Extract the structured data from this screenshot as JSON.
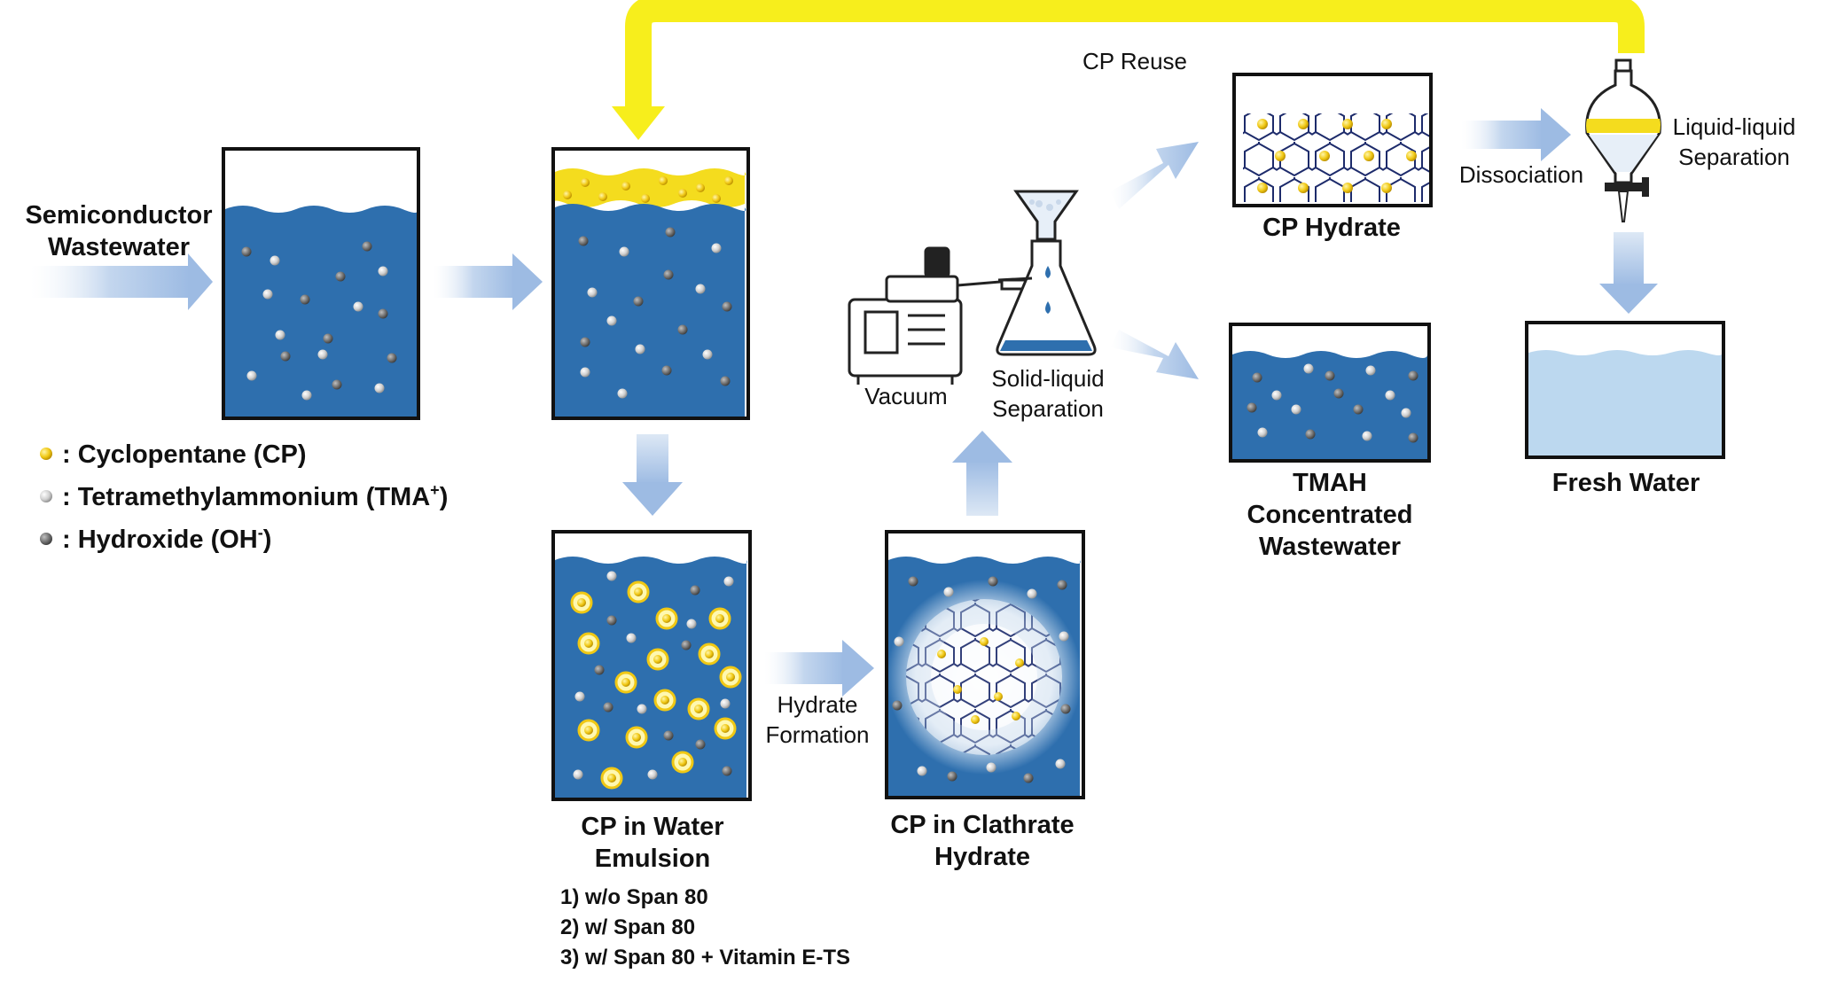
{
  "colors": {
    "water": "#2e6fae",
    "water_light": "#bcd8ef",
    "cp_yellow": "#f4dc1e",
    "reuse_arrow": "#f7ee1c",
    "flow_arrow": "#aec6e6",
    "tma_particle": "#cfcfcf",
    "oh_particle": "#6f6f6f",
    "hydrate_cage": "#1d2b6b"
  },
  "labels": {
    "inflow": [
      "Semiconductor",
      "Wastewater"
    ],
    "cp_reuse": "CP Reuse",
    "dissociation": "Dissociation",
    "liquid_liquid": [
      "Liquid-liquid",
      "Separation"
    ],
    "vacuum": "Vacuum",
    "solid_liquid": [
      "Solid-liquid",
      "Separation"
    ],
    "hydrate_formation": [
      "Hydrate",
      "Formation"
    ],
    "cp_hydrate": "CP Hydrate",
    "tmah": [
      "TMAH",
      "Concentrated",
      "Wastewater"
    ],
    "fresh_water": "Fresh Water",
    "emulsion": [
      "CP in Water",
      "Emulsion"
    ],
    "clathrate": [
      "CP in Clathrate",
      "Hydrate"
    ],
    "conditions": [
      "1) w/o Span 80",
      "2) w/ Span 80",
      "3) w/ Span 80 + Vitamin E-TS"
    ]
  },
  "legend": [
    {
      "icon": "cyclopentane-dot-icon",
      "text": ": Cyclopentane (CP)"
    },
    {
      "icon": "tma-dot-icon",
      "text": ": Tetramethylammonium (TMA",
      "sup": "+",
      "after": ")"
    },
    {
      "icon": "hydroxide-dot-icon",
      "text": ": Hydroxide (OH",
      "sup": "-",
      "after": ")"
    }
  ]
}
